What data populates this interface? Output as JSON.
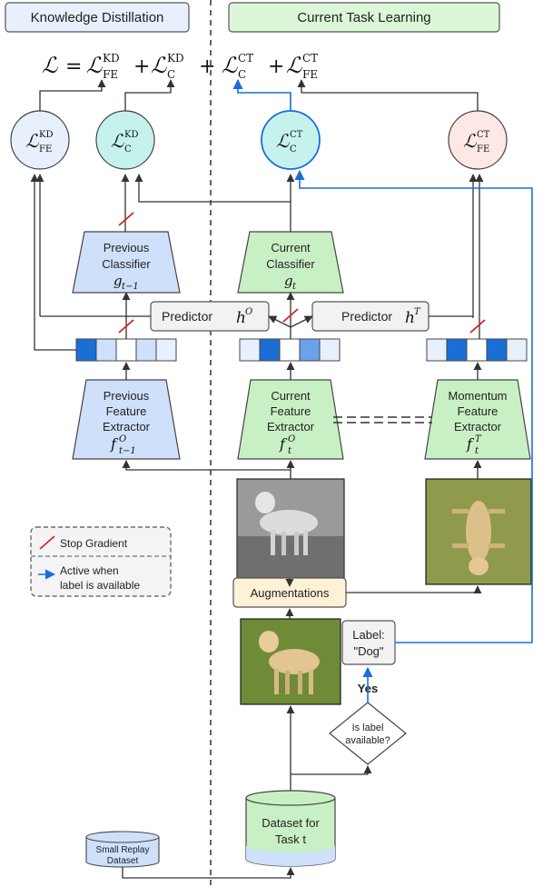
{
  "sections": {
    "left_title": "Knowledge Distillation",
    "right_title": "Current Task Learning"
  },
  "loss": {
    "lhs": "ℒ",
    "eq": "=",
    "plus": "+",
    "term_fe_kd": {
      "base": "ℒ",
      "sup": "KD",
      "sub": "FE"
    },
    "term_c_kd": {
      "base": "ℒ",
      "sup": "KD",
      "sub": "C"
    },
    "term_c_ct": {
      "base": "ℒ",
      "sup": "CT",
      "sub": "C"
    },
    "term_fe_ct": {
      "base": "ℒ",
      "sup": "CT",
      "sub": "FE"
    }
  },
  "nodes": {
    "prev_classifier": {
      "l1": "Previous",
      "l2": "Classifier",
      "sym": "g",
      "sub": "t−1"
    },
    "curr_classifier": {
      "l1": "Current",
      "l2": "Classifier",
      "sym": "g",
      "sub": "t"
    },
    "predictor_o": {
      "label": "Predictor",
      "sym": "h",
      "sup": "O"
    },
    "predictor_t": {
      "label": "Predictor",
      "sym": "h",
      "sup": "T"
    },
    "prev_fe": {
      "l1": "Previous",
      "l2": "Feature",
      "l3": "Extractor",
      "sym": "f",
      "sup": "O",
      "sub": "t−1"
    },
    "curr_fe": {
      "l1": "Current",
      "l2": "Feature",
      "l3": "Extractor",
      "sym": "f",
      "sup": "O",
      "sub": "t"
    },
    "mom_fe": {
      "l1": "Momentum",
      "l2": "Feature",
      "l3": "Extractor",
      "sym": "f",
      "sup": "T",
      "sub": "t"
    },
    "augmentations": "Augmentations",
    "label_box": {
      "l1": "Label:",
      "l2": "\"Dog\""
    },
    "yes": "Yes",
    "decision": {
      "l1": "Is label",
      "l2": "available?"
    },
    "dataset": {
      "l1": "Dataset for",
      "l2": "Task t"
    },
    "replay": {
      "l1": "Small Replay",
      "l2": "Dataset"
    }
  },
  "legend": {
    "stop_gradient": "Stop Gradient",
    "active_l1": "Active when",
    "active_l2": "label is available"
  },
  "colors": {
    "blue_fill": "#cfe0fb",
    "green_fill": "#c9f0c4",
    "teal_fill": "#c6f2ee",
    "light_blue_fill": "#e7f0fc",
    "pink_fill": "#fde8e6",
    "accent_blue": "#1a6fd6",
    "stop_red": "#d42020",
    "augment_fill": "#fdf1d6",
    "grey_fill": "#f2f2f2"
  }
}
